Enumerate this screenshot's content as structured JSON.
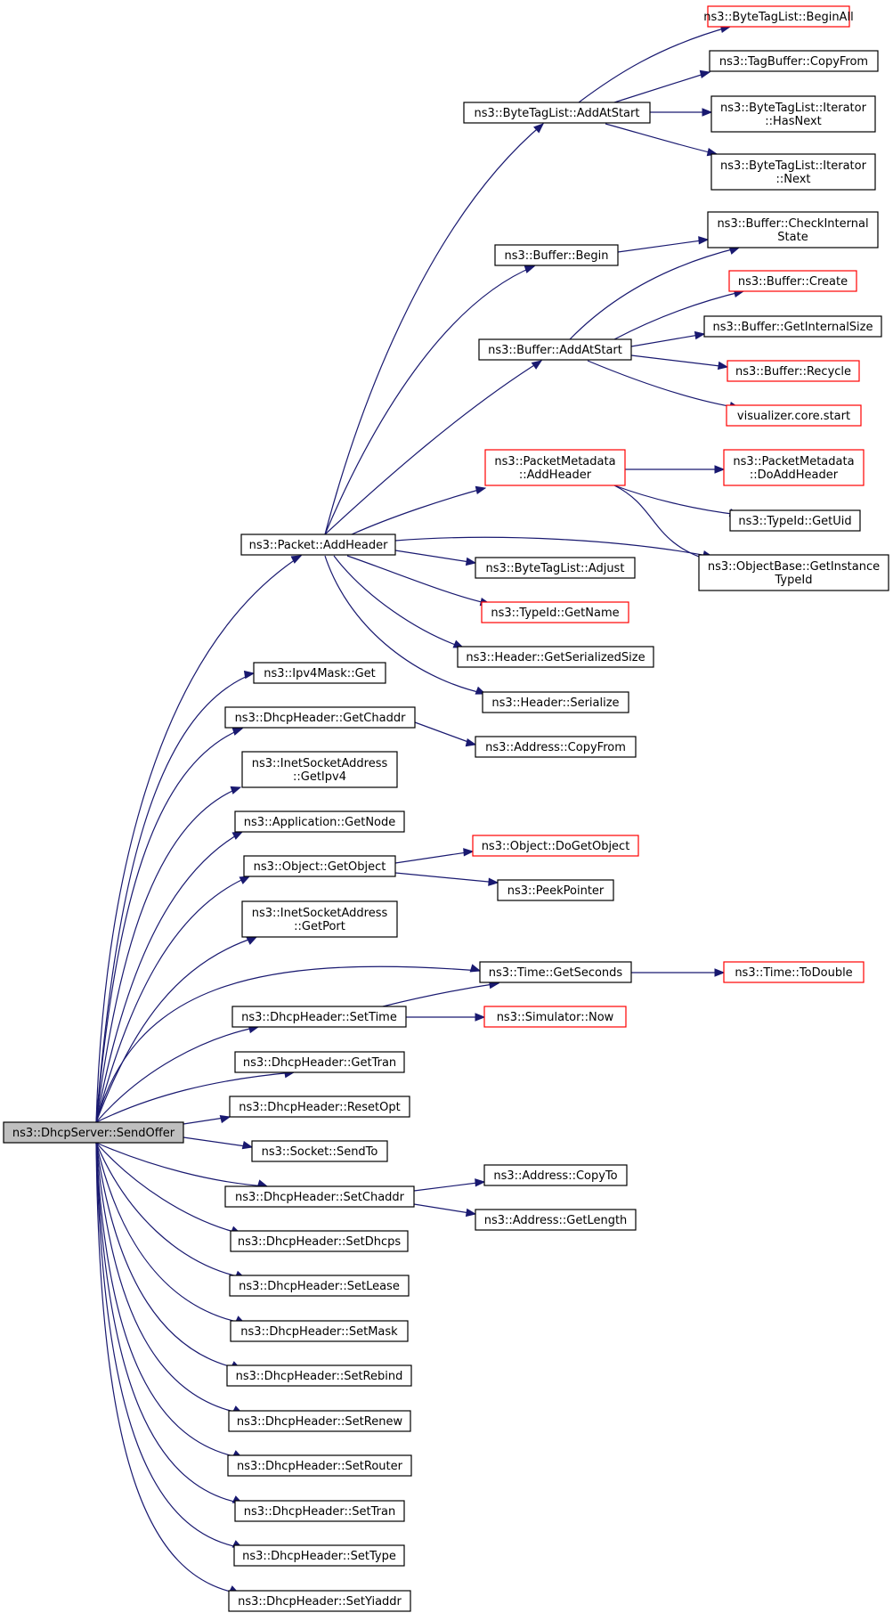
{
  "graph": {
    "nodes": [
      {
        "id": "root",
        "lines": [
          "ns3::DhcpServer::SendOffer"
        ],
        "style": "root"
      },
      {
        "id": "addheader",
        "lines": [
          "ns3::Packet::AddHeader"
        ],
        "style": "normal"
      },
      {
        "id": "ipv4maskget",
        "lines": [
          "ns3::Ipv4Mask::Get"
        ],
        "style": "normal"
      },
      {
        "id": "getchaddr",
        "lines": [
          "ns3::DhcpHeader::GetChaddr"
        ],
        "style": "normal"
      },
      {
        "id": "getipv4",
        "lines": [
          "ns3::InetSocketAddress",
          "::GetIpv4"
        ],
        "style": "normal"
      },
      {
        "id": "getnode",
        "lines": [
          "ns3::Application::GetNode"
        ],
        "style": "normal"
      },
      {
        "id": "getobject",
        "lines": [
          "ns3::Object::GetObject"
        ],
        "style": "normal"
      },
      {
        "id": "getport",
        "lines": [
          "ns3::InetSocketAddress",
          "::GetPort"
        ],
        "style": "normal"
      },
      {
        "id": "getseconds",
        "lines": [
          "ns3::Time::GetSeconds"
        ],
        "style": "normal"
      },
      {
        "id": "settime",
        "lines": [
          "ns3::DhcpHeader::SetTime"
        ],
        "style": "normal"
      },
      {
        "id": "gettran",
        "lines": [
          "ns3::DhcpHeader::GetTran"
        ],
        "style": "normal"
      },
      {
        "id": "resetopt",
        "lines": [
          "ns3::DhcpHeader::ResetOpt"
        ],
        "style": "normal"
      },
      {
        "id": "sendto",
        "lines": [
          "ns3::Socket::SendTo"
        ],
        "style": "normal"
      },
      {
        "id": "setchaddr",
        "lines": [
          "ns3::DhcpHeader::SetChaddr"
        ],
        "style": "normal"
      },
      {
        "id": "setdhcps",
        "lines": [
          "ns3::DhcpHeader::SetDhcps"
        ],
        "style": "normal"
      },
      {
        "id": "setlease",
        "lines": [
          "ns3::DhcpHeader::SetLease"
        ],
        "style": "normal"
      },
      {
        "id": "setmask",
        "lines": [
          "ns3::DhcpHeader::SetMask"
        ],
        "style": "normal"
      },
      {
        "id": "setrebind",
        "lines": [
          "ns3::DhcpHeader::SetRebind"
        ],
        "style": "normal"
      },
      {
        "id": "setrenew",
        "lines": [
          "ns3::DhcpHeader::SetRenew"
        ],
        "style": "normal"
      },
      {
        "id": "setrouter",
        "lines": [
          "ns3::DhcpHeader::SetRouter"
        ],
        "style": "normal"
      },
      {
        "id": "settran",
        "lines": [
          "ns3::DhcpHeader::SetTran"
        ],
        "style": "normal"
      },
      {
        "id": "settype",
        "lines": [
          "ns3::DhcpHeader::SetType"
        ],
        "style": "normal"
      },
      {
        "id": "setyiaddr",
        "lines": [
          "ns3::DhcpHeader::SetYiaddr"
        ],
        "style": "normal"
      },
      {
        "id": "btl_addatstart",
        "lines": [
          "ns3::ByteTagList::AddAtStart"
        ],
        "style": "normal"
      },
      {
        "id": "buffer_begin",
        "lines": [
          "ns3::Buffer::Begin"
        ],
        "style": "normal"
      },
      {
        "id": "buffer_addatstart",
        "lines": [
          "ns3::Buffer::AddAtStart"
        ],
        "style": "normal"
      },
      {
        "id": "pm_addheader",
        "lines": [
          "ns3::PacketMetadata",
          "::AddHeader"
        ],
        "style": "red"
      },
      {
        "id": "btl_adjust",
        "lines": [
          "ns3::ByteTagList::Adjust"
        ],
        "style": "normal"
      },
      {
        "id": "typeid_getname",
        "lines": [
          "ns3::TypeId::GetName"
        ],
        "style": "red"
      },
      {
        "id": "header_getsersize",
        "lines": [
          "ns3::Header::GetSerializedSize"
        ],
        "style": "normal"
      },
      {
        "id": "header_serialize",
        "lines": [
          "ns3::Header::Serialize"
        ],
        "style": "normal"
      },
      {
        "id": "address_copyfrom",
        "lines": [
          "ns3::Address::CopyFrom"
        ],
        "style": "normal"
      },
      {
        "id": "object_dogetobject",
        "lines": [
          "ns3::Object::DoGetObject"
        ],
        "style": "red"
      },
      {
        "id": "peekpointer",
        "lines": [
          "ns3::PeekPointer"
        ],
        "style": "normal"
      },
      {
        "id": "simulator_now",
        "lines": [
          "ns3::Simulator::Now"
        ],
        "style": "red"
      },
      {
        "id": "address_copyto",
        "lines": [
          "ns3::Address::CopyTo"
        ],
        "style": "normal"
      },
      {
        "id": "address_getlength",
        "lines": [
          "ns3::Address::GetLength"
        ],
        "style": "normal"
      },
      {
        "id": "btl_beginall",
        "lines": [
          "ns3::ByteTagList::BeginAll"
        ],
        "style": "red"
      },
      {
        "id": "tagbuffer_copyfrom",
        "lines": [
          "ns3::TagBuffer::CopyFrom"
        ],
        "style": "normal"
      },
      {
        "id": "btl_it_hasnext",
        "lines": [
          "ns3::ByteTagList::Iterator",
          "::HasNext"
        ],
        "style": "normal"
      },
      {
        "id": "btl_it_next",
        "lines": [
          "ns3::ByteTagList::Iterator",
          "::Next"
        ],
        "style": "normal"
      },
      {
        "id": "buffer_checkinternal",
        "lines": [
          "ns3::Buffer::CheckInternal",
          "State"
        ],
        "style": "normal"
      },
      {
        "id": "buffer_create",
        "lines": [
          "ns3::Buffer::Create"
        ],
        "style": "red"
      },
      {
        "id": "buffer_getinternalsize",
        "lines": [
          "ns3::Buffer::GetInternalSize"
        ],
        "style": "normal"
      },
      {
        "id": "buffer_recycle",
        "lines": [
          "ns3::Buffer::Recycle"
        ],
        "style": "red"
      },
      {
        "id": "visualizer_start",
        "lines": [
          "visualizer.core.start"
        ],
        "style": "red"
      },
      {
        "id": "pm_doaddheader",
        "lines": [
          "ns3::PacketMetadata",
          "::DoAddHeader"
        ],
        "style": "red"
      },
      {
        "id": "typeid_getuid",
        "lines": [
          "ns3::TypeId::GetUid"
        ],
        "style": "normal"
      },
      {
        "id": "objectbase_getinstance",
        "lines": [
          "ns3::ObjectBase::GetInstance",
          "TypeId"
        ],
        "style": "normal"
      },
      {
        "id": "time_todouble",
        "lines": [
          "ns3::Time::ToDouble"
        ],
        "style": "red"
      }
    ]
  }
}
